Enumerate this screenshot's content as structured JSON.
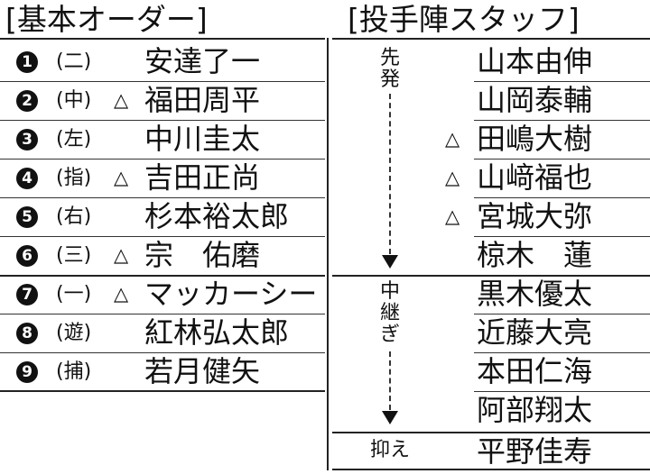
{
  "headers": {
    "lineup": "[基本オーダー]",
    "staff": "[投手陣スタッフ]"
  },
  "lineup": [
    {
      "num": "1",
      "pos": "(二)",
      "mark": "",
      "name": "安達了一"
    },
    {
      "num": "2",
      "pos": "(中)",
      "mark": "△",
      "name": "福田周平"
    },
    {
      "num": "3",
      "pos": "(左)",
      "mark": "",
      "name": "中川圭太"
    },
    {
      "num": "4",
      "pos": "(指)",
      "mark": "△",
      "name": "吉田正尚"
    },
    {
      "num": "5",
      "pos": "(右)",
      "mark": "",
      "name": "杉本裕太郎"
    },
    {
      "num": "6",
      "pos": "(三)",
      "mark": "△",
      "name": "宗　佑磨"
    },
    {
      "num": "7",
      "pos": "(一)",
      "mark": "△",
      "name": "マッカーシー"
    },
    {
      "num": "8",
      "pos": "(遊)",
      "mark": "",
      "name": "紅林弘太郎"
    },
    {
      "num": "9",
      "pos": "(捕)",
      "mark": "",
      "name": "若月健矢"
    }
  ],
  "staff": [
    {
      "mark": "",
      "name": "山本由伸"
    },
    {
      "mark": "",
      "name": "山岡泰輔"
    },
    {
      "mark": "△",
      "name": "田嶋大樹"
    },
    {
      "mark": "△",
      "name": "山﨑福也"
    },
    {
      "mark": "△",
      "name": "宮城大弥"
    },
    {
      "mark": "",
      "name": "椋木　蓮"
    },
    {
      "mark": "",
      "name": "黒木優太"
    },
    {
      "mark": "",
      "name": "近藤大亮"
    },
    {
      "mark": "",
      "name": "本田仁海"
    },
    {
      "mark": "",
      "name": "阿部翔太"
    },
    {
      "mark": "",
      "name": "平野佳寿"
    }
  ],
  "roles": {
    "starter": "先発",
    "middle": "中継ぎ",
    "closer": "抑え"
  }
}
